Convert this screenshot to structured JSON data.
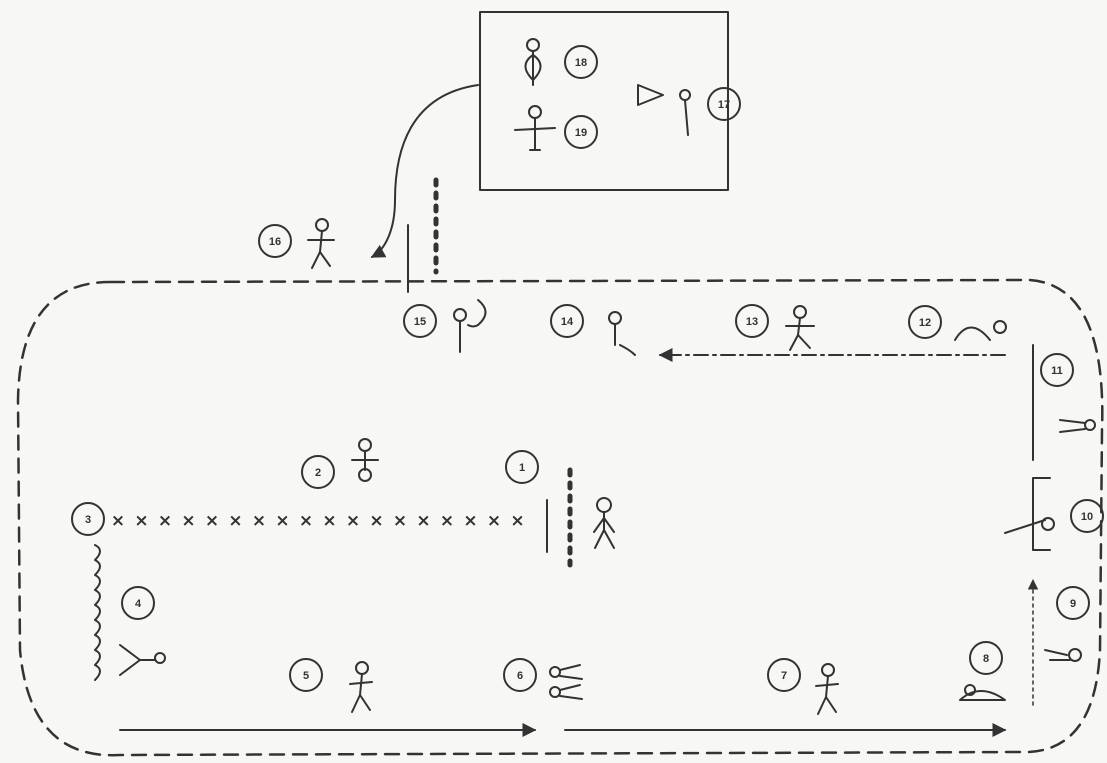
{
  "diagram": {
    "stations": [
      {
        "id": 1,
        "label": "1"
      },
      {
        "id": 2,
        "label": "2"
      },
      {
        "id": 3,
        "label": "3"
      },
      {
        "id": 4,
        "label": "4"
      },
      {
        "id": 5,
        "label": "5"
      },
      {
        "id": 6,
        "label": "6"
      },
      {
        "id": 7,
        "label": "7"
      },
      {
        "id": 8,
        "label": "8"
      },
      {
        "id": 9,
        "label": "9"
      },
      {
        "id": 10,
        "label": "10"
      },
      {
        "id": 11,
        "label": "11"
      },
      {
        "id": 12,
        "label": "12"
      },
      {
        "id": 13,
        "label": "13"
      },
      {
        "id": 14,
        "label": "14"
      },
      {
        "id": 15,
        "label": "15"
      },
      {
        "id": 16,
        "label": "16"
      },
      {
        "id": 17,
        "label": "17"
      },
      {
        "id": 18,
        "label": "18"
      },
      {
        "id": 19,
        "label": "19"
      }
    ],
    "x_marks": [
      "×",
      "×",
      "×",
      "×",
      "×",
      "×",
      "×",
      "×",
      "×",
      "×",
      "×",
      "×",
      "×",
      "×",
      "×",
      "×",
      "×",
      "×"
    ],
    "colors": {
      "ink": "#333333",
      "background": "#f7f7f5"
    }
  }
}
